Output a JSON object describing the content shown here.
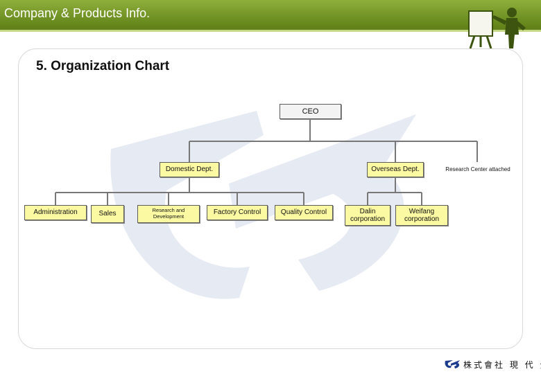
{
  "header": {
    "title": "Company & Products Info."
  },
  "page": {
    "title": "5. Organization Chart"
  },
  "org": {
    "ceo": "CEO",
    "domestic": "Domestic Dept.",
    "overseas": "Overseas Dept.",
    "research_center": "Research Center attached",
    "domestic_units": [
      "Administration",
      "Sales",
      "Research and Development",
      "Factory Control",
      "Quality Control"
    ],
    "overseas_units": [
      "Dalin\ncorporation",
      "Weifang\ncorporation"
    ]
  },
  "footer": {
    "company": "株式會社 現 代 企 業"
  },
  "colors": {
    "header_green": "#76962a",
    "box_yellow": "#fbf9a2",
    "watermark_blue": "#e3e8f3"
  }
}
